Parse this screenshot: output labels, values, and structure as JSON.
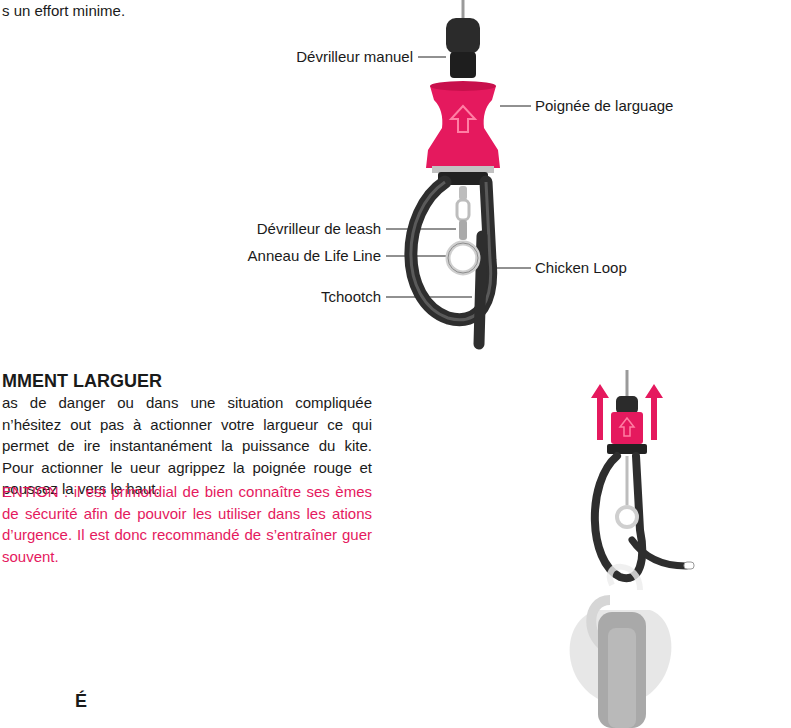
{
  "diagram": {
    "labels": [
      "s un effort minime.",
      "Dévrilleur manuel",
      "Poignée de larguage",
      "Dévrilleur de leash",
      "Anneau de Life Line",
      "Chicken Loop",
      "Tchootch",
      "MMENT LARGUER",
      "as de danger ou dans une situation compliquée n’hésitez out pas à actionner votre largueur ce qui permet de ire instantanément la puissance du kite. Pour actionner le ueur agrippez la poignée rouge et poussez la vers le haut.",
      "ENTION : il est primordial de bien connaître ses èmes de sécurité afin de pouvoir les utiliser dans les ations d’urgence. Il est donc recommandé de s’entraîner guer souvent.",
      "É"
    ]
  }
}
